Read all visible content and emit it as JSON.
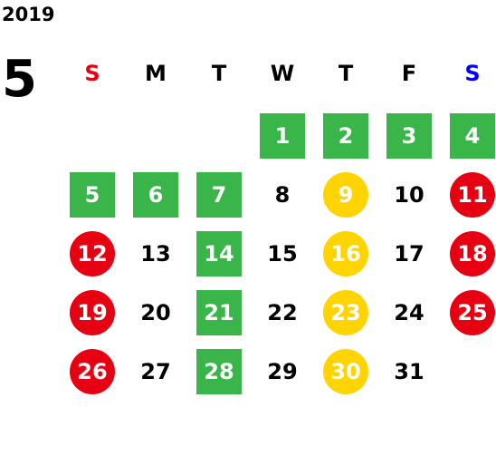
{
  "calendar": {
    "year": "2019",
    "month": "5",
    "colors": {
      "sunday_header": "#e60012",
      "saturday_header": "#0000ff",
      "green": "#3ab54a",
      "red": "#e60012",
      "yellow": "#ffd400"
    },
    "weekdays": [
      {
        "label": "S",
        "color": "#e60012"
      },
      {
        "label": "M",
        "color": "#000000"
      },
      {
        "label": "T",
        "color": "#000000"
      },
      {
        "label": "W",
        "color": "#000000"
      },
      {
        "label": "T",
        "color": "#000000"
      },
      {
        "label": "F",
        "color": "#000000"
      },
      {
        "label": "S",
        "color": "#0000ff"
      }
    ],
    "weeks": [
      [
        null,
        null,
        null,
        {
          "day": "1",
          "mark": "green"
        },
        {
          "day": "2",
          "mark": "green"
        },
        {
          "day": "3",
          "mark": "green"
        },
        {
          "day": "4",
          "mark": "green"
        }
      ],
      [
        {
          "day": "5",
          "mark": "green"
        },
        {
          "day": "6",
          "mark": "green"
        },
        {
          "day": "7",
          "mark": "green"
        },
        {
          "day": "8",
          "mark": "none"
        },
        {
          "day": "9",
          "mark": "yellow"
        },
        {
          "day": "10",
          "mark": "none"
        },
        {
          "day": "11",
          "mark": "red"
        }
      ],
      [
        {
          "day": "12",
          "mark": "red"
        },
        {
          "day": "13",
          "mark": "none"
        },
        {
          "day": "14",
          "mark": "green"
        },
        {
          "day": "15",
          "mark": "none"
        },
        {
          "day": "16",
          "mark": "yellow"
        },
        {
          "day": "17",
          "mark": "none"
        },
        {
          "day": "18",
          "mark": "red"
        }
      ],
      [
        {
          "day": "19",
          "mark": "red"
        },
        {
          "day": "20",
          "mark": "none"
        },
        {
          "day": "21",
          "mark": "green"
        },
        {
          "day": "22",
          "mark": "none"
        },
        {
          "day": "23",
          "mark": "yellow"
        },
        {
          "day": "24",
          "mark": "none"
        },
        {
          "day": "25",
          "mark": "red"
        }
      ],
      [
        {
          "day": "26",
          "mark": "red"
        },
        {
          "day": "27",
          "mark": "none"
        },
        {
          "day": "28",
          "mark": "green"
        },
        {
          "day": "29",
          "mark": "none"
        },
        {
          "day": "30",
          "mark": "yellow"
        },
        {
          "day": "31",
          "mark": "none"
        },
        null
      ]
    ]
  }
}
